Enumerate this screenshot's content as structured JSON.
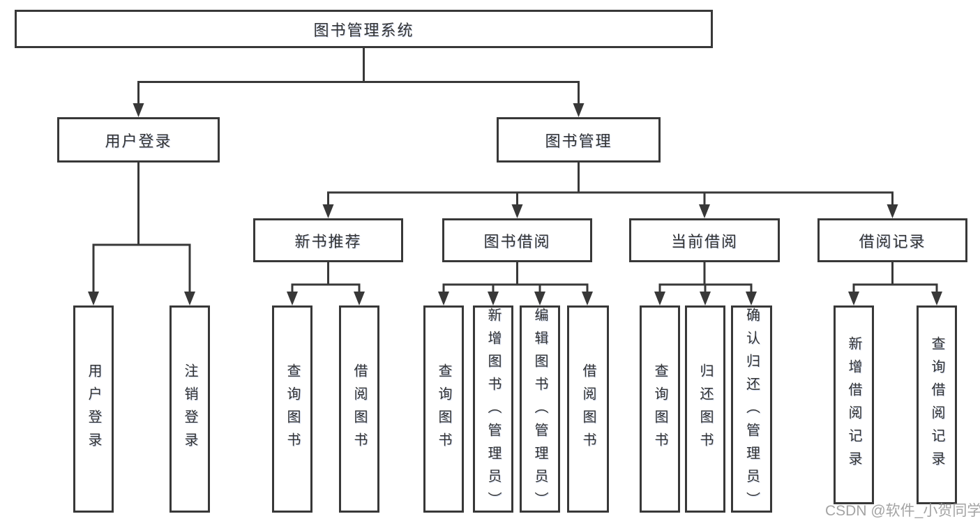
{
  "diagram": {
    "type": "hierarchy-diagram",
    "watermark": "CSDN @软件_小贺同学",
    "colors": {
      "line": "#383838",
      "box_border": "#383838",
      "box_fill": "#ffffff",
      "text": "#333333",
      "watermark": "#9a9a9a"
    },
    "nodes": {
      "root": {
        "label": "图书管理系统"
      },
      "user_login": {
        "label": "用户登录"
      },
      "book_mgmt": {
        "label": "图书管理"
      },
      "new_book_rec": {
        "label": "新书推荐"
      },
      "book_borrow": {
        "label": "图书借阅"
      },
      "current_borrow": {
        "label": "当前借阅"
      },
      "borrow_records": {
        "label": "借阅记录"
      },
      "leaf_user_login": {
        "label": "用户登录"
      },
      "leaf_logout": {
        "label": "注销登录"
      },
      "leaf_query_book_rec": {
        "label": "查询图书"
      },
      "leaf_borrow_book_rec": {
        "label": "借阅图书"
      },
      "leaf_query_book_borrow": {
        "label": "查询图书"
      },
      "leaf_add_book": {
        "label": "新增图书（管理员）"
      },
      "leaf_edit_book": {
        "label": "编辑图书（管理员）"
      },
      "leaf_borrow_book": {
        "label": "借阅图书"
      },
      "leaf_query_book_current": {
        "label": "查询图书"
      },
      "leaf_return_book": {
        "label": "归还图书"
      },
      "leaf_confirm_return": {
        "label": "确认归还（管理员）"
      },
      "leaf_add_borrow_record": {
        "label": "新增借阅记录"
      },
      "leaf_query_borrow_record": {
        "label": "查询借阅记录"
      }
    },
    "tree": {
      "root": [
        "user_login",
        "book_mgmt"
      ],
      "user_login": [
        "leaf_user_login",
        "leaf_logout"
      ],
      "book_mgmt": [
        "new_book_rec",
        "book_borrow",
        "current_borrow",
        "borrow_records"
      ],
      "new_book_rec": [
        "leaf_query_book_rec",
        "leaf_borrow_book_rec"
      ],
      "book_borrow": [
        "leaf_query_book_borrow",
        "leaf_add_book",
        "leaf_edit_book",
        "leaf_borrow_book"
      ],
      "current_borrow": [
        "leaf_query_book_current",
        "leaf_return_book",
        "leaf_confirm_return"
      ],
      "borrow_records": [
        "leaf_add_borrow_record",
        "leaf_query_borrow_record"
      ]
    }
  }
}
